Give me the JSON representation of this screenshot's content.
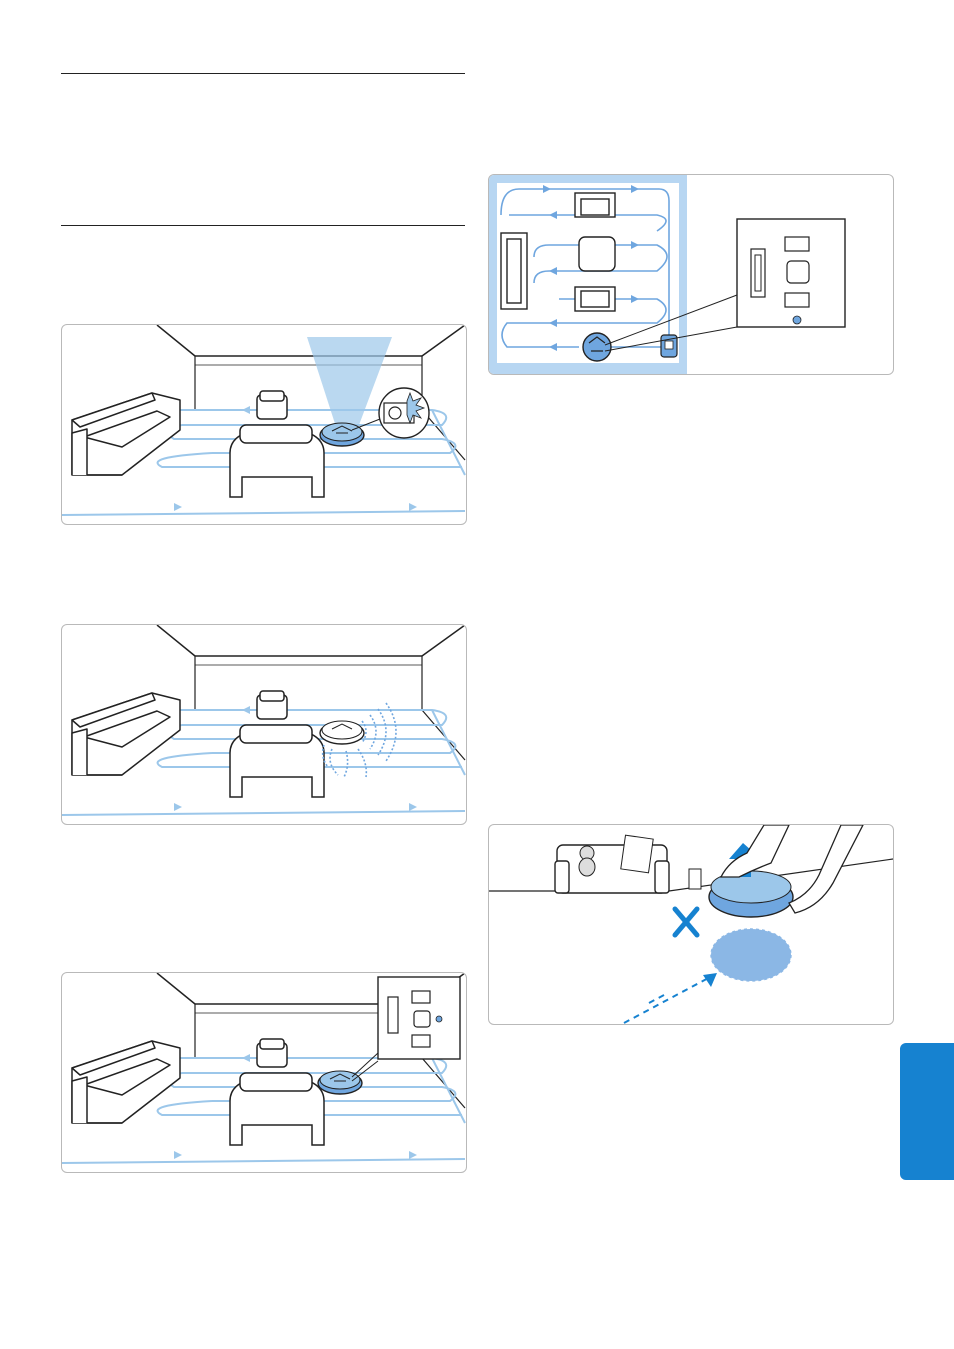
{
  "page": {
    "accent_color": "#1682d0",
    "path_color": "#9cc7ea",
    "robot_color": "#6fa6df",
    "line_color": "#222222"
  },
  "illustrations": [
    {
      "id": "room-camera",
      "icons": [
        "sofa-icon",
        "armchair-icon",
        "robot-cleaner-icon",
        "camera-detail-icon"
      ]
    },
    {
      "id": "room-sensors",
      "icons": [
        "sofa-icon",
        "armchair-icon",
        "robot-cleaner-icon",
        "sensor-waves-icon"
      ]
    },
    {
      "id": "room-map",
      "icons": [
        "sofa-icon",
        "armchair-icon",
        "robot-cleaner-icon",
        "room-map-inset-icon"
      ]
    },
    {
      "id": "floorplan-route",
      "icons": [
        "floorplan-icon",
        "charging-base-icon",
        "robot-cleaner-icon"
      ]
    },
    {
      "id": "lift-robot",
      "icons": [
        "hands-icon",
        "up-arrow-icon",
        "cross-icon",
        "robot-cleaner-icon"
      ]
    }
  ]
}
